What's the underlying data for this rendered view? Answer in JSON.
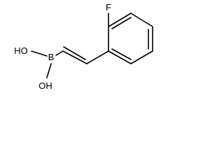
{
  "molecule": {
    "atoms": {
      "fluorine": "F",
      "boron": "B",
      "hydroxyl_upper": "HO",
      "hydroxyl_lower": "OH"
    },
    "colors": {
      "bond": "#000000",
      "label": "#000000",
      "background": "#ffffff"
    }
  }
}
